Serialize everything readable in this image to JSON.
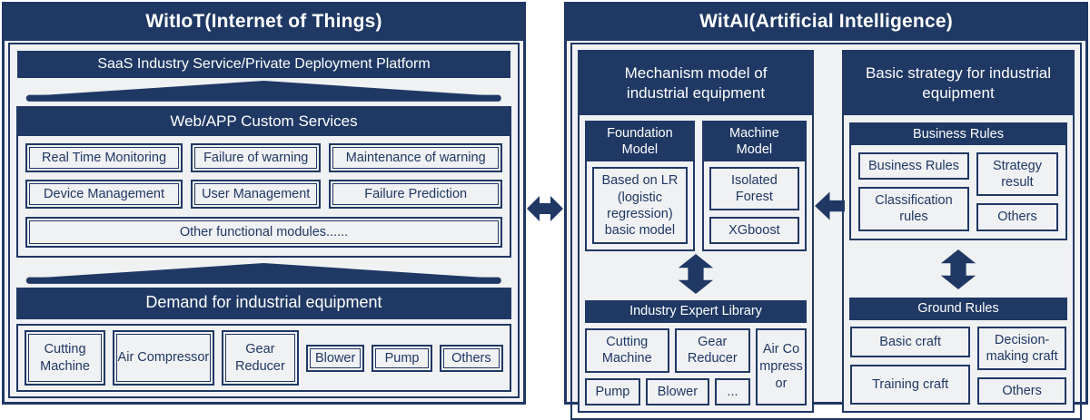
{
  "colors": {
    "navy": "#1f3864",
    "panel_bg": "#f0f1f3",
    "text_on_navy": "#ffffff"
  },
  "left_panel": {
    "title": "WitIoT(Internet of Things)",
    "saas_bar": "SaaS Industry Service/Private Deployment Platform",
    "web_app": {
      "header": "Web/APP Custom Services",
      "modules_row1": [
        "Real Time Monitoring",
        "Failure of warning",
        "Maintenance of warning"
      ],
      "modules_row2": [
        "Device Management",
        "User Management",
        "Failure Prediction"
      ],
      "other_modules": "Other functional modules......"
    },
    "demand": {
      "header": "Demand for industrial equipment",
      "equipment_tall": [
        "Cutting Machine",
        "Air Compressor",
        "Gear Reducer"
      ],
      "equipment_short": [
        "Blower",
        "Pump",
        "Others"
      ]
    }
  },
  "right_panel": {
    "title": "WitAI(Artificial Intelligence)",
    "mechanism": {
      "header": "Mechanism model of industrial equipment",
      "foundation": {
        "header": "Foundation Model",
        "box": "Based on LR (logistic regression) basic model"
      },
      "machine": {
        "header": "Machine Model",
        "boxes": [
          "Isolated Forest",
          "XGboost"
        ]
      },
      "library_bar": "Industry Expert Library",
      "equipment_row1": [
        "Cutting Machine",
        "Gear Reducer"
      ],
      "equipment_row2": [
        "Pump",
        "Blower",
        "..."
      ],
      "equipment_side": "Air Compressor"
    },
    "strategy": {
      "header": "Basic strategy for industrial equipment",
      "business_rules": {
        "header": "Business Rules",
        "col1": [
          "Business Rules",
          "Classification rules"
        ],
        "col2": [
          "Strategy result",
          "Others"
        ]
      },
      "ground_rules": {
        "header": "Ground Rules",
        "col1": [
          "Basic craft",
          "Training craft"
        ],
        "col2": [
          "Decision-making craft",
          "Others"
        ]
      }
    }
  }
}
